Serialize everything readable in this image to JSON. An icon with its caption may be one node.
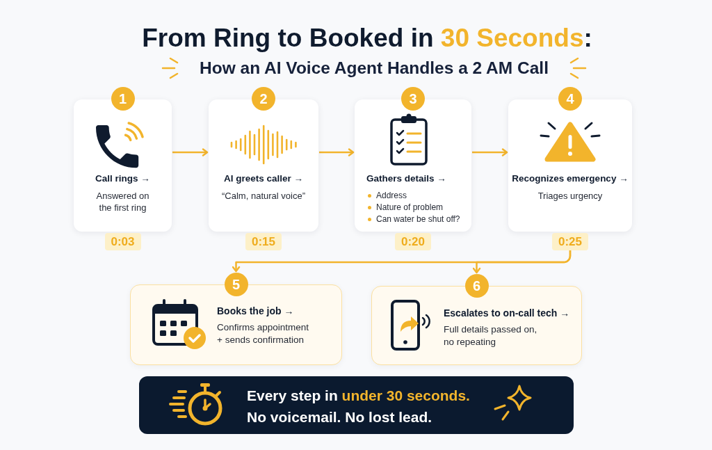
{
  "diagram": {
    "title": "From Ring to Booked in **30 Seconds**:",
    "nodes": [
      {
        "text": [
          "1",
          "Call rings →",
          "Answered on the first ring"
        ],
        "beside": [
          "0:03"
        ]
      },
      {
        "text": [
          "2",
          "AI greets caller →",
          "“Calm, natural voice”"
        ],
        "beside": [
          "0:15"
        ]
      },
      {
        "text": [
          "3",
          "Gathers details →",
          "Address",
          "Nature of problem",
          "Can water be shut off?"
        ],
        "beside": [
          "0:20"
        ]
      },
      {
        "text": [
          "4",
          "Recognizes emergency →",
          "Triages urgency"
        ],
        "beside": [
          "0:25"
        ]
      },
      {
        "text": [
          "5",
          "Books the job →",
          "Confirms appointment + sends confirmation"
        ]
      },
      {
        "text": [
          "6",
          "Escalates to on-call tech →",
          "Full details passed on, no repeating"
        ]
      },
      {
        "text": [
          "Every step in **under 30 seconds.**",
          "No voicemail. No lost lead."
        ]
      }
    ],
    "edges": [
      {
        "from": 0,
        "to": 1,
        "arrow": "to"
      },
      {
        "from": 1,
        "to": 2,
        "arrow": "to"
      },
      {
        "from": 2,
        "to": 3,
        "arrow": "to"
      },
      {
        "from": 3,
        "to": 4,
        "arrow": "to"
      },
      {
        "from": 3,
        "to": 5,
        "arrow": "to"
      }
    ],
    "labels": [
      "How an AI Voice Agent Handles a 2 AM Call"
    ]
  }
}
